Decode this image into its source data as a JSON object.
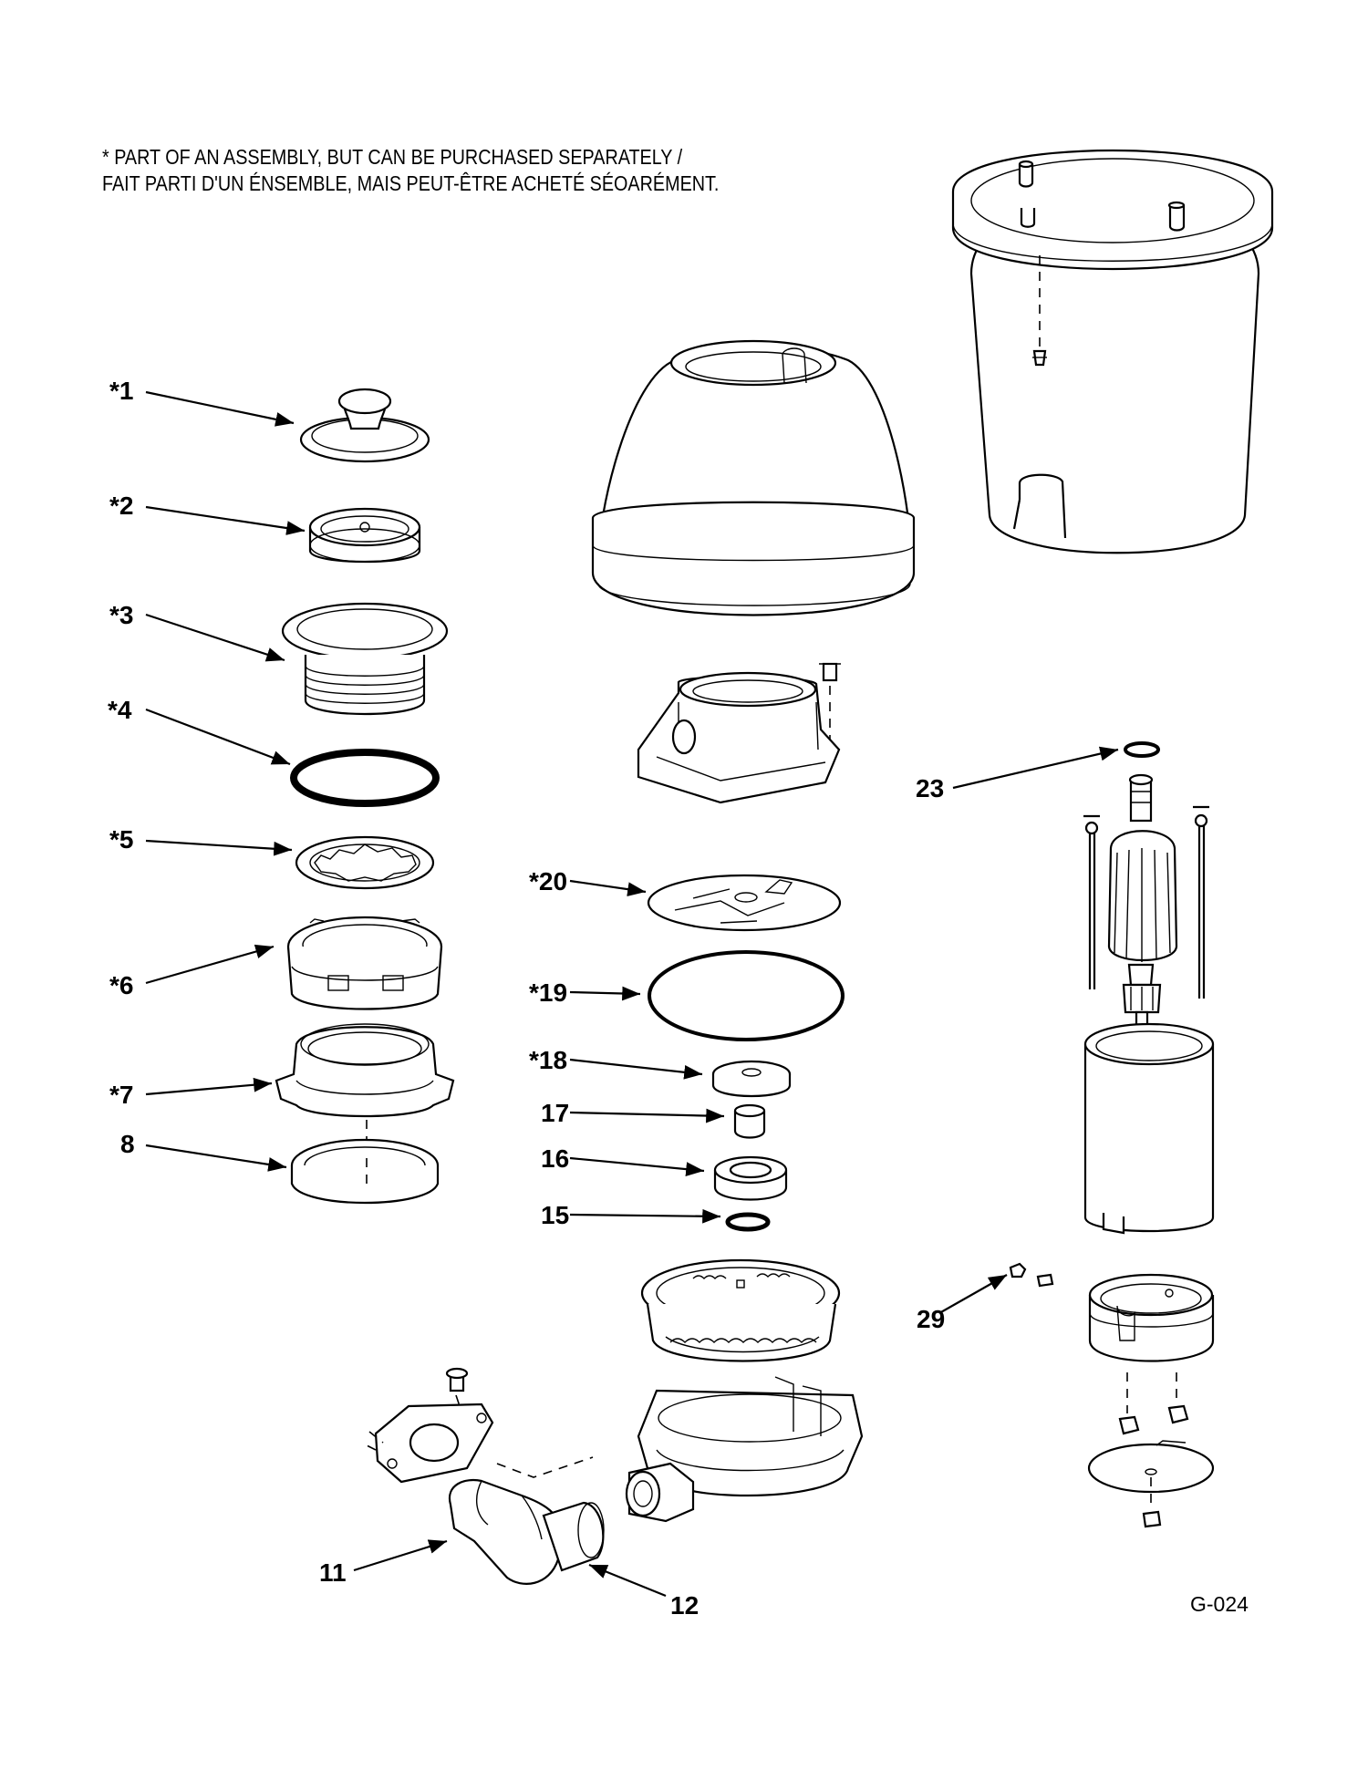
{
  "note": {
    "line1": "* PART OF AN ASSEMBLY, BUT CAN BE PURCHASED SEPARATELY /",
    "line2": "FAIT PARTI D'UN ÉNSEMBLE, MAIS PEUT-ÊTRE ACHETÉ SÉOARÉMENT."
  },
  "labels": {
    "p1": "*1",
    "p2": "*2",
    "p3": "*3",
    "p4": "*4",
    "p5": "*5",
    "p6": "*6",
    "p7": "*7",
    "p8": "8",
    "p11": "11",
    "p12": "12",
    "p15": "15",
    "p16": "16",
    "p17": "17",
    "p18": "*18",
    "p19": "*19",
    "p20": "*20",
    "p23": "23",
    "p29": "29"
  },
  "figure_code": "G-024"
}
